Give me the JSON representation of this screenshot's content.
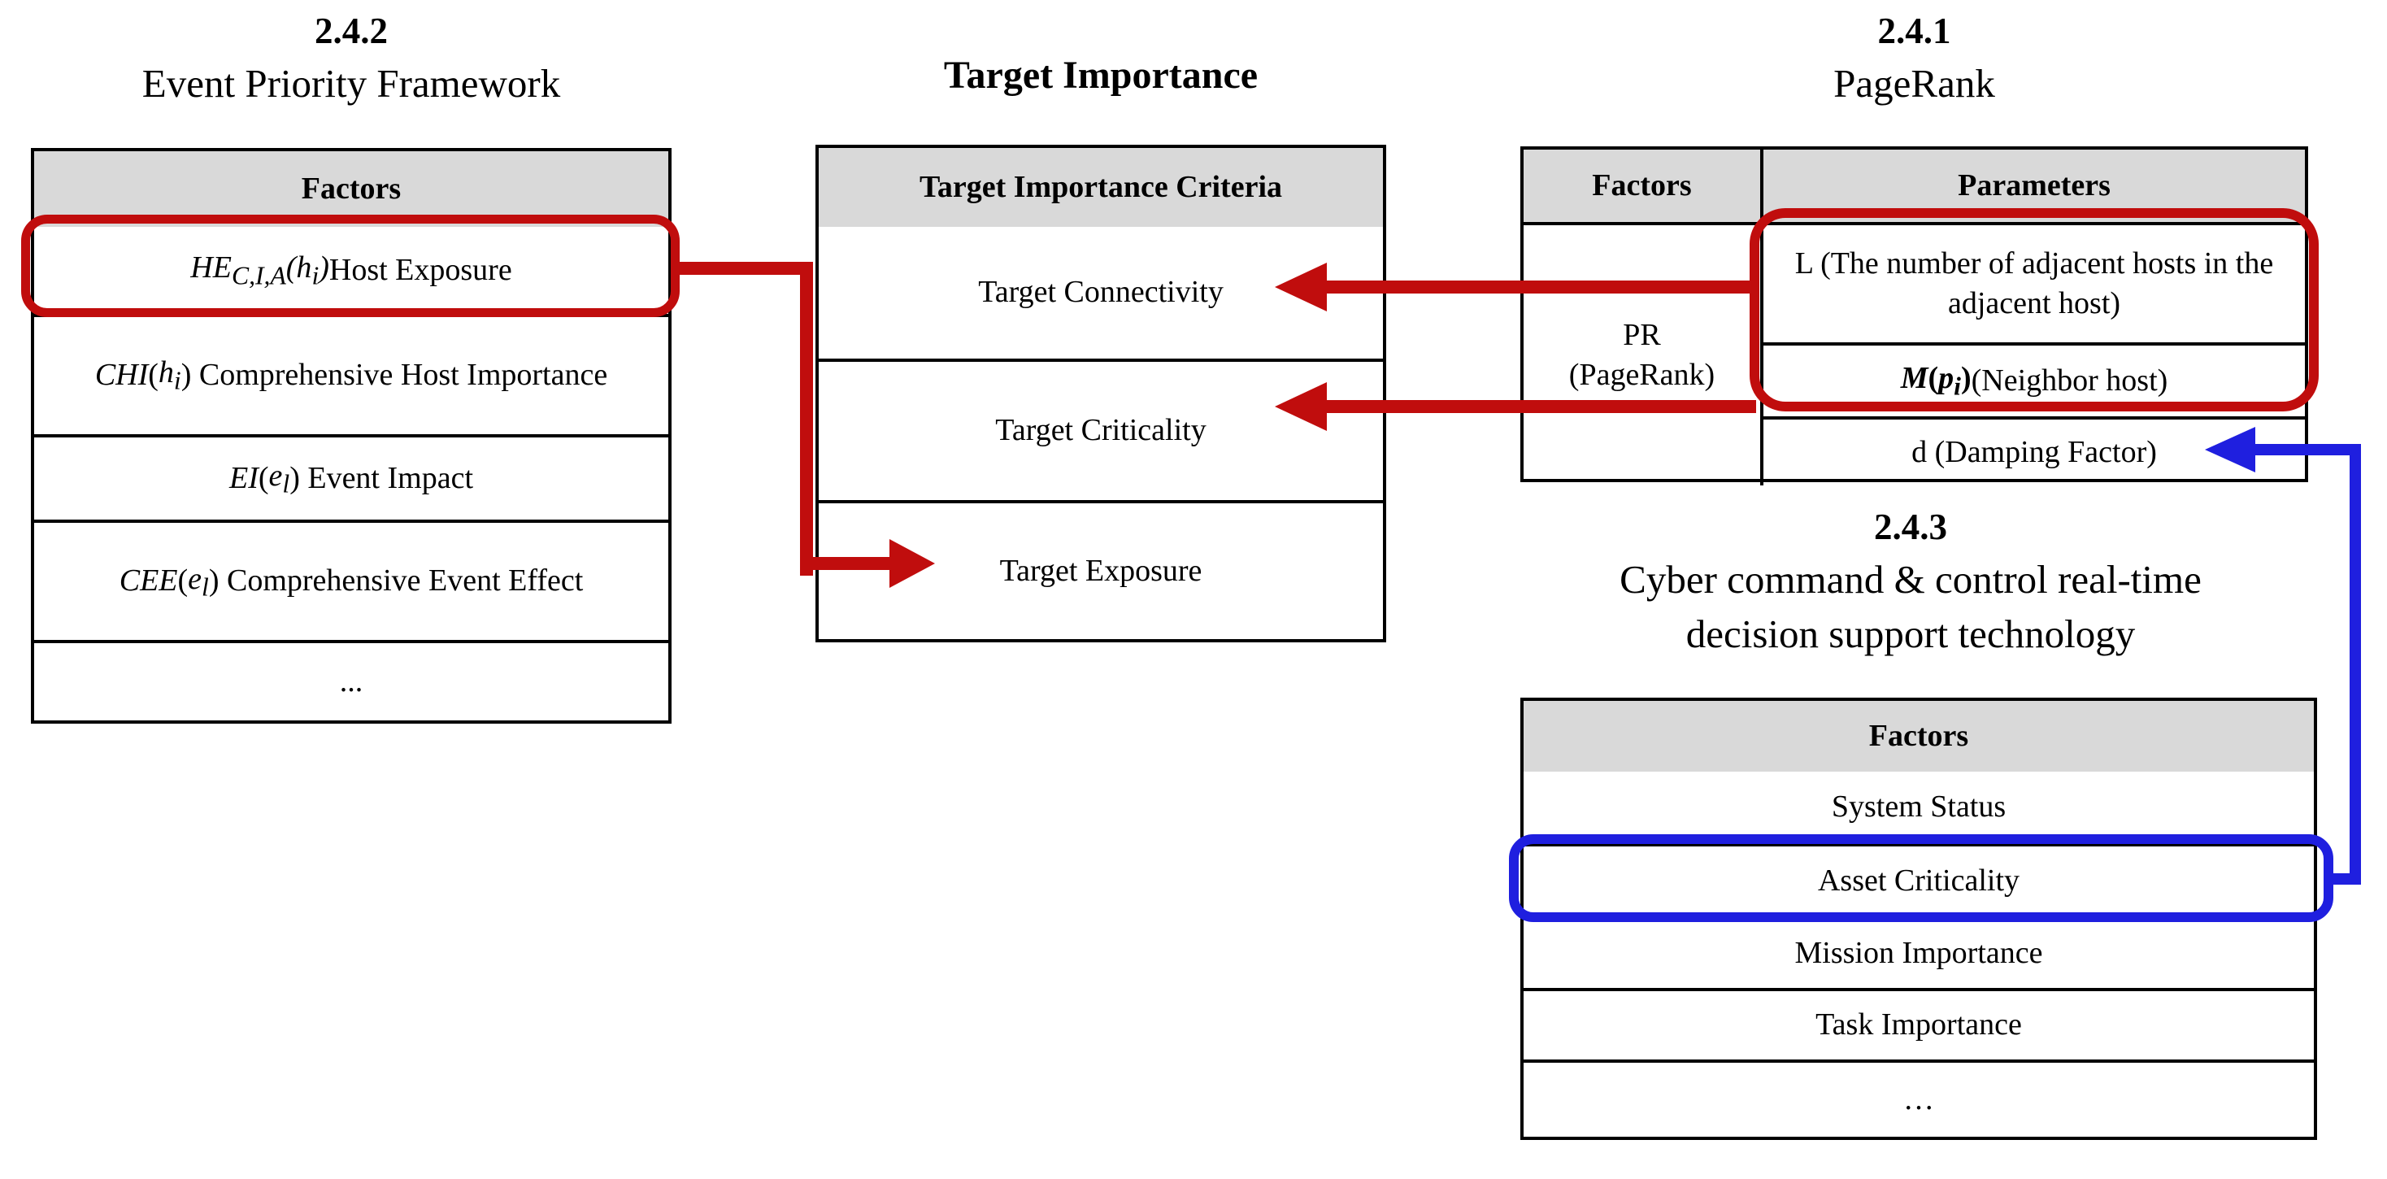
{
  "colors": {
    "highlight_red": "#c00d0d",
    "highlight_blue": "#1f1fdf",
    "table_header_bg": "#d9d9d9",
    "table_border": "#000000"
  },
  "sections": {
    "left": {
      "number": "2.4.2",
      "title": "Event Priority Framework",
      "header": "Factors",
      "rows": [
        "<i>HE<sub>C,I,A</sub>(h<sub>i</sub>)</i> Host Exposure",
        "<i>CHI</i>(<i>h<sub>i</sub></i>) Comprehensive Host Importance",
        "<i>EI</i>(<i>e<sub>l</sub></i>) Event Impact",
        "<i>CEE</i>(<i>e<sub>l</sub></i>) Comprehensive Event Effect",
        "..."
      ]
    },
    "middle": {
      "title": "Target Importance",
      "header": "Target Importance Criteria",
      "rows": [
        "Target Connectivity",
        "Target Criticality",
        "Target Exposure"
      ]
    },
    "pagerank": {
      "number": "2.4.1",
      "title": "PageRank",
      "headers": {
        "factors": "Factors",
        "parameters": "Parameters"
      },
      "factor_html": "PR<br>(PageRank)",
      "parameters": [
        "L (The number of adjacent hosts in the adjacent host)",
        "<b><i>M</i>(<i>p<sub>i</sub></i>)</b> (Neighbor host)",
        "d (Damping Factor)"
      ]
    },
    "cyber": {
      "number": "2.4.3",
      "title_lines": [
        "Cyber command & control real-time",
        "decision support technology"
      ],
      "header": "Factors",
      "rows": [
        "System Status",
        "Asset Criticality",
        "Mission Importance",
        "Task Importance",
        "…"
      ]
    }
  }
}
